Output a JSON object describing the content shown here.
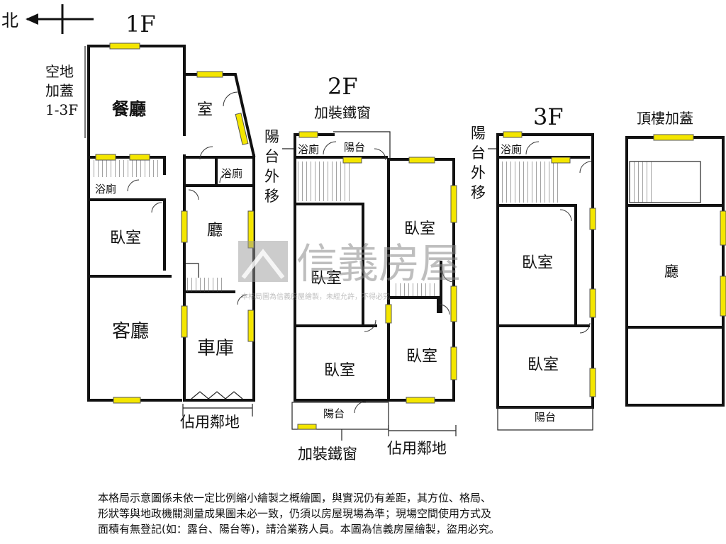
{
  "compass": {
    "label": "北"
  },
  "floors": {
    "f1": {
      "title": "1F",
      "side_note": [
        "空地",
        "加蓋",
        "1-3F"
      ],
      "rooms": {
        "dining": "餐廳",
        "room": "室",
        "bath_a": "浴廁",
        "bath_b": "浴廁",
        "bedroom": "臥室",
        "hall": "廳",
        "living": "客廳",
        "garage": "車庫"
      },
      "bottom_note": "佔用鄰地"
    },
    "f2": {
      "title": "2F",
      "top_note": "加裝鐵窗",
      "side_note": [
        "陽",
        "台",
        "外",
        "移"
      ],
      "rooms": {
        "bath": "浴廁",
        "balcony_top": "陽台",
        "bed_center": "臥室",
        "bed_right_top": "臥室",
        "bed_bottom_left": "臥室",
        "bed_bottom_right": "臥室",
        "balcony_bottom": "陽台"
      },
      "bottom_note_a": "加裝鐵窗",
      "bottom_note_b": "佔用鄰地"
    },
    "f3": {
      "title": "3F",
      "side_note": [
        "陽",
        "台",
        "外",
        "移"
      ],
      "rooms": {
        "bath": "浴廁",
        "bed_top": "臥室",
        "bed_bottom": "臥室",
        "balcony": "陽台"
      }
    },
    "roof": {
      "title": "頂樓加蓋",
      "rooms": {
        "hall": "廳"
      }
    }
  },
  "watermark": {
    "brand": "信義房屋",
    "small": "本格局圖為信義房屋繪製，未經允許，不得必究"
  },
  "disclaimer": [
    "本格局示意圖係未依一定比例縮小繪製之概繪圖，與實況仍有差距，其方位、格局、",
    "形狀等與地政機關測量成果圖未必一致，仍須以房屋現場為準；現場空間使用方式及",
    "面積有無登記(如：露台、陽台等)，請洽業務人員。本圖為信義房屋繪製，盜用必究。"
  ]
}
